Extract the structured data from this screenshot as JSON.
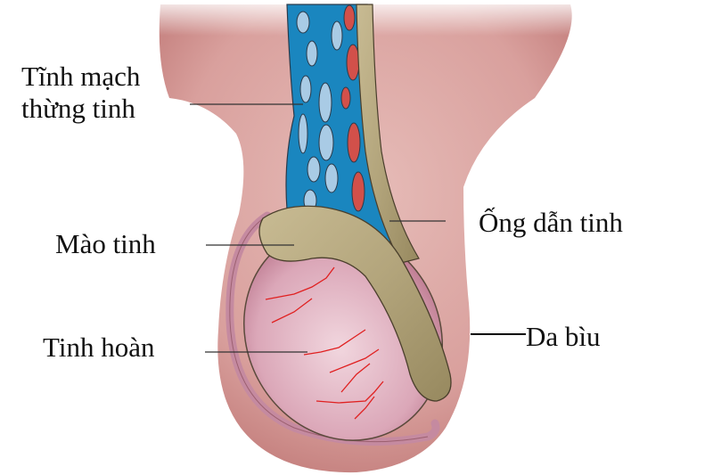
{
  "diagram": {
    "type": "anatomical-illustration",
    "subject": "scrotum cross-section",
    "labels": {
      "spermatic_vein_line1": "Tĩnh mạch",
      "spermatic_vein_line2": "thừng tinh",
      "vas_deferens": "Ống dẫn tinh",
      "epididymis": "Mào tinh",
      "testis": "Tinh hoàn",
      "scrotal_skin": "Da bìu"
    },
    "colors": {
      "skin": "#d9a3a0",
      "skin_dark": "#c27c7a",
      "vein_blue": "#1a86bf",
      "vein_light": "#8fbfe0",
      "artery_red": "#d2504a",
      "duct": "#ad9f76",
      "testis": "#e3b3c2",
      "vessel": "#e02020",
      "leader_line": "#333333",
      "text": "#111111"
    }
  }
}
